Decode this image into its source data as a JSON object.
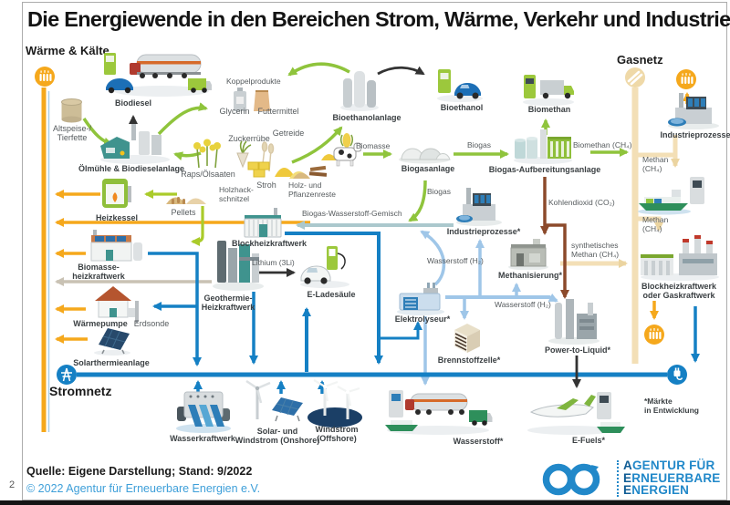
{
  "title": "Die Energiewende in den Bereichen Strom, Wärme, Verkehr und Industrie",
  "networks": {
    "heat": {
      "label": "Wärme & Kälte",
      "color": "#F5A81C"
    },
    "power": {
      "label": "Stromnetz",
      "color": "#1580C4"
    },
    "gas": {
      "label": "Gasnetz",
      "color": "#F3DFB6"
    }
  },
  "nodes": {
    "biodiesel": "Biodiesel",
    "altspeise": "Altspeise-/\nTierfette",
    "oelmuehle": "Ölmühle & Biodieselanlage",
    "raps": "Raps/Ölsaaten",
    "koppelprodukte": "Koppelprodukte",
    "glycerin": "Glycerin",
    "futtermittel": "Futtermittel",
    "zuckerruebe": "Zuckerrübe",
    "getreide": "Getreide",
    "stroh": "Stroh",
    "holzreste": "Holz- und\nPflanzenreste",
    "bioethanolanlage": "Bioethanolanlage",
    "bioethanol": "Bioethanol",
    "biomethan": "Biomethan",
    "biogasanlage": "Biogasanlage",
    "aufbereitung": "Biogas-Aufbereitungsanlage",
    "industrieprozesse_gas": "Industrieprozesse",
    "heizkessel": "Heizkessel",
    "pellets": "Pellets",
    "holzhack": "Holzhack-\nschnitzel",
    "bhkw": "Blockheizkraftwerk",
    "industrieprozesse2": "Industrieprozesse*",
    "biomasseheiz": "Biomasse-\nheizkraftwerk",
    "eladesaeule": "E-Ladesäule",
    "geothermie": "Geothermie-\nHeizkraftwerk",
    "waermepumpe": "Wärmepumpe",
    "erdsonde": "Erdsonde",
    "solarthermie": "Solarthermieanlage",
    "methanisierung": "Methanisierung*",
    "bhkw_gas": "Blockheizkraftwerk\noder Gaskraftwerk",
    "elektrolyseur": "Elektrolyseur*",
    "brennstoffzelle": "Brennstoffzelle*",
    "ptl": "Power-to-Liquid*",
    "wasserkraftwerk": "Wasserkraftwerk",
    "solarwind": "Solar- und\nWindstrom (Onshore)",
    "windoffshore": "Windstrom\n(Offshore)",
    "wasserstoff_node": "Wasserstoff*",
    "efuels": "E-Fuels*"
  },
  "flows": {
    "biomasse": "Biomasse",
    "biogas_1": "Biogas",
    "biogas_2": "Biogas",
    "biomethan_ch4": "Biomethan (CH₄)",
    "gemisch": "Biogas-Wasserstoff-Gemisch",
    "kohlendioxid": "Kohlendioxid (CO₂)",
    "lithium": "Lithium (3Li)",
    "wasserstoff_a": "Wasserstoff (H₂)",
    "wasserstoff_b": "Wasserstoff (H₂)",
    "synth_methan": "synthetisches\nMethan (CH₄)",
    "methan_a": "Methan\n(CH₄)",
    "methan_b": "Methan\n(CH₄)"
  },
  "footnote": "*Märkte\nin Entwicklung",
  "footer": {
    "source": "Quelle: Eigene Darstellung; Stand: 9/2022",
    "copyright": "© 2022 Agentur für Erneuerbare Energien e.V.",
    "artifact": "2"
  },
  "logo": {
    "line1": "AGENTUR FÜR",
    "line2": "ERNEUERBARE",
    "line3": "ENERGIEN"
  }
}
